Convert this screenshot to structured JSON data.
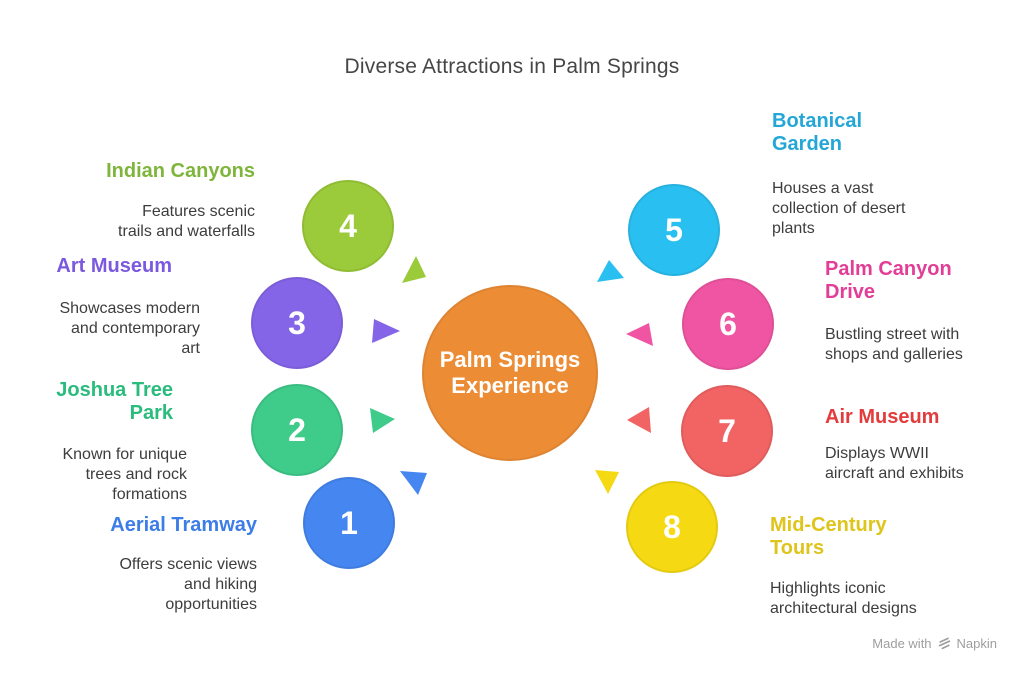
{
  "title": "Diverse Attractions in Palm Springs",
  "center": {
    "label": "Palm Springs Experience",
    "color": "#EC8C35"
  },
  "attractions": [
    {
      "num": "1",
      "name": "Aerial Tramway",
      "description": "Offers scenic views and hiking opportunities",
      "color": "#4586F0",
      "label_color": "#3C7DE8"
    },
    {
      "num": "2",
      "name": "Joshua Tree Park",
      "description": "Known for unique trees and rock formations",
      "color": "#3FCB8A",
      "label_color": "#29BC7D"
    },
    {
      "num": "3",
      "name": "Art Museum",
      "description": "Showcases modern and contemporary art",
      "color": "#8465E8",
      "label_color": "#7A58E0"
    },
    {
      "num": "4",
      "name": "Indian Canyons",
      "description": "Features scenic trails and waterfalls",
      "color": "#9BCB3A",
      "label_color": "#7FB53C"
    },
    {
      "num": "5",
      "name": "Botanical Garden",
      "description": "Houses a vast collection of desert plants",
      "color": "#29BFF0",
      "label_color": "#24A7D6"
    },
    {
      "num": "6",
      "name": "Palm Canyon Drive",
      "description": "Bustling street with shops and galleries",
      "color": "#F055A3",
      "label_color": "#E23E97"
    },
    {
      "num": "7",
      "name": "Air Museum",
      "description": "Displays WWII aircraft and exhibits",
      "color": "#F16463",
      "label_color": "#E23C3C"
    },
    {
      "num": "8",
      "name": "Mid-Century Tours",
      "description": "Highlights iconic architectural designs",
      "color": "#F5DA13",
      "label_color": "#DFC41C"
    }
  ],
  "footer": {
    "made_with": "Made with",
    "brand": "Napkin"
  }
}
